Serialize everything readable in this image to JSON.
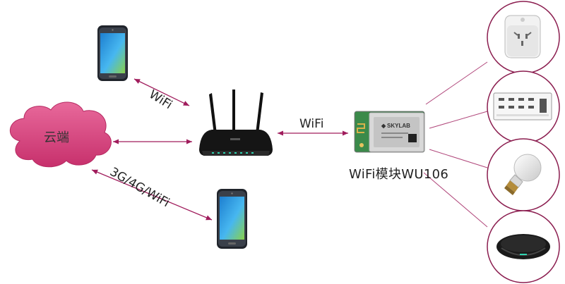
{
  "labels": {
    "cloud": "云端",
    "link_phone_router": "WiFi",
    "link_router_module": "WiFi",
    "link_phone_cloud": "3G/4G/WiFi",
    "module_name": "WiFi模块WU106"
  },
  "module_chip": {
    "brand": "SKYLAB"
  },
  "colors": {
    "link": "#a01c5c",
    "cloud_fill": "#d9457f",
    "circle_border": "#8b1d4f",
    "router_body": "#151515",
    "phone_screen": "#3aa7e0"
  },
  "icons": [
    "smartphone-icon",
    "router-icon",
    "cloud-icon",
    "wifi-module-icon",
    "smart-plug-icon",
    "switch-panel-icon",
    "light-bulb-icon",
    "ir-remote-hub-icon"
  ]
}
